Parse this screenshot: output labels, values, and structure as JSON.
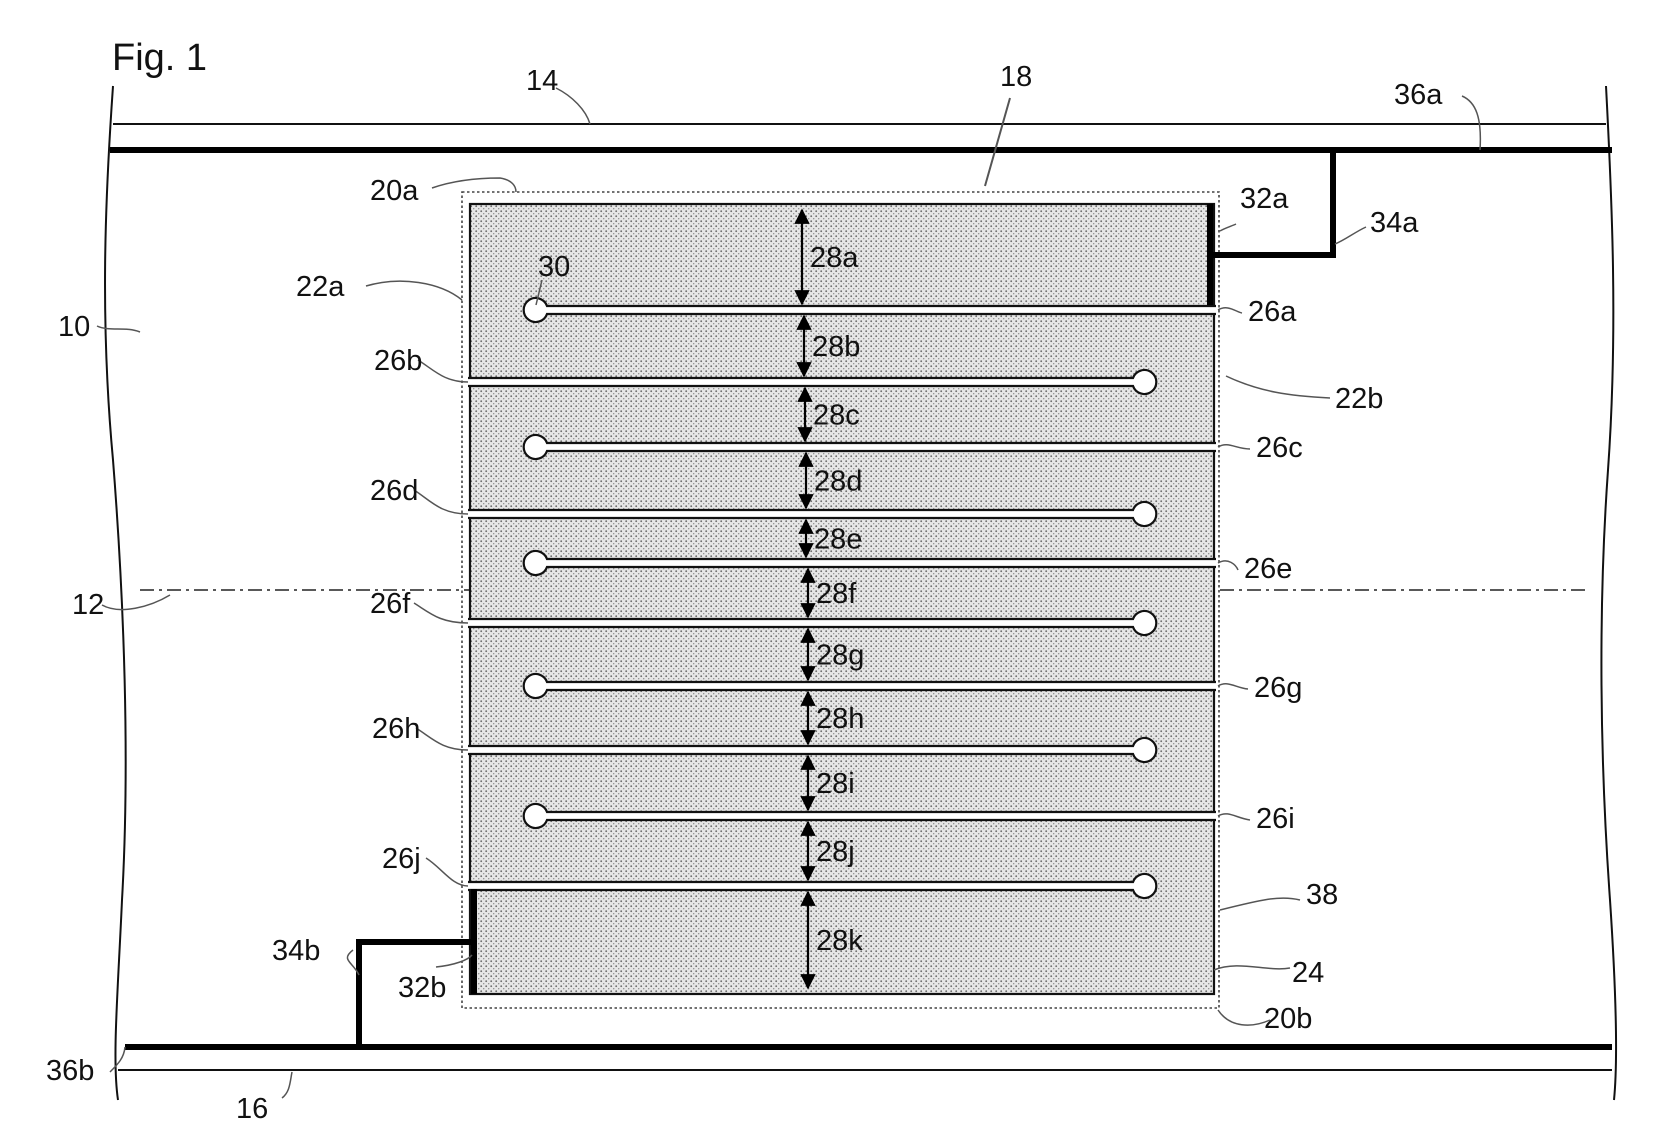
{
  "figure": {
    "title": "Fig. 1",
    "labels": {
      "l10": "10",
      "l12": "12",
      "l14": "14",
      "l16": "16",
      "l18": "18",
      "l20a": "20a",
      "l20b": "20b",
      "l22a": "22a",
      "l22b": "22b",
      "l24": "24",
      "l30": "30",
      "l32a": "32a",
      "l32b": "32b",
      "l34a": "34a",
      "l34b": "34b",
      "l36a": "36a",
      "l36b": "36b",
      "l38": "38"
    },
    "slots": [
      {
        "id": "26a",
        "side": "right"
      },
      {
        "id": "26b",
        "side": "left"
      },
      {
        "id": "26c",
        "side": "right"
      },
      {
        "id": "26d",
        "side": "left"
      },
      {
        "id": "26e",
        "side": "right"
      },
      {
        "id": "26f",
        "side": "left"
      },
      {
        "id": "26g",
        "side": "right"
      },
      {
        "id": "26h",
        "side": "left"
      },
      {
        "id": "26i",
        "side": "right"
      },
      {
        "id": "26j",
        "side": "left"
      }
    ],
    "widths": [
      "28a",
      "28b",
      "28c",
      "28d",
      "28e",
      "28f",
      "28g",
      "28h",
      "28i",
      "28j",
      "28k"
    ]
  }
}
